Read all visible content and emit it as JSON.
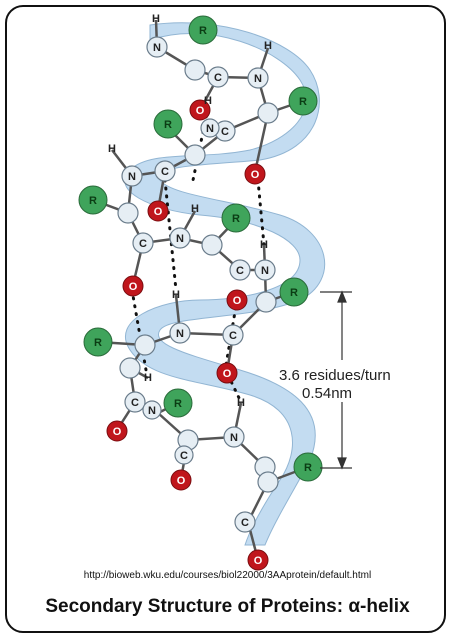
{
  "annotation": {
    "residues_per_turn": "3.6 residues/turn",
    "pitch": "0.54nm"
  },
  "source_url": "http://bioweb.wku.edu/courses/biol22000/3AAprotein/default.html",
  "title": "Secondary Structure of Proteins: α-helix",
  "atoms": {
    "hydrogen": "H",
    "nitrogen": "N",
    "carbon": "C",
    "oxygen": "O",
    "side_chain": "R"
  },
  "colors": {
    "ribbon": "#b9d7ef",
    "ribbon_edge": "#7fa9cc",
    "side_chain": "#3fa45b",
    "oxygen": "#c0161c",
    "atom": "#e6eef4"
  }
}
